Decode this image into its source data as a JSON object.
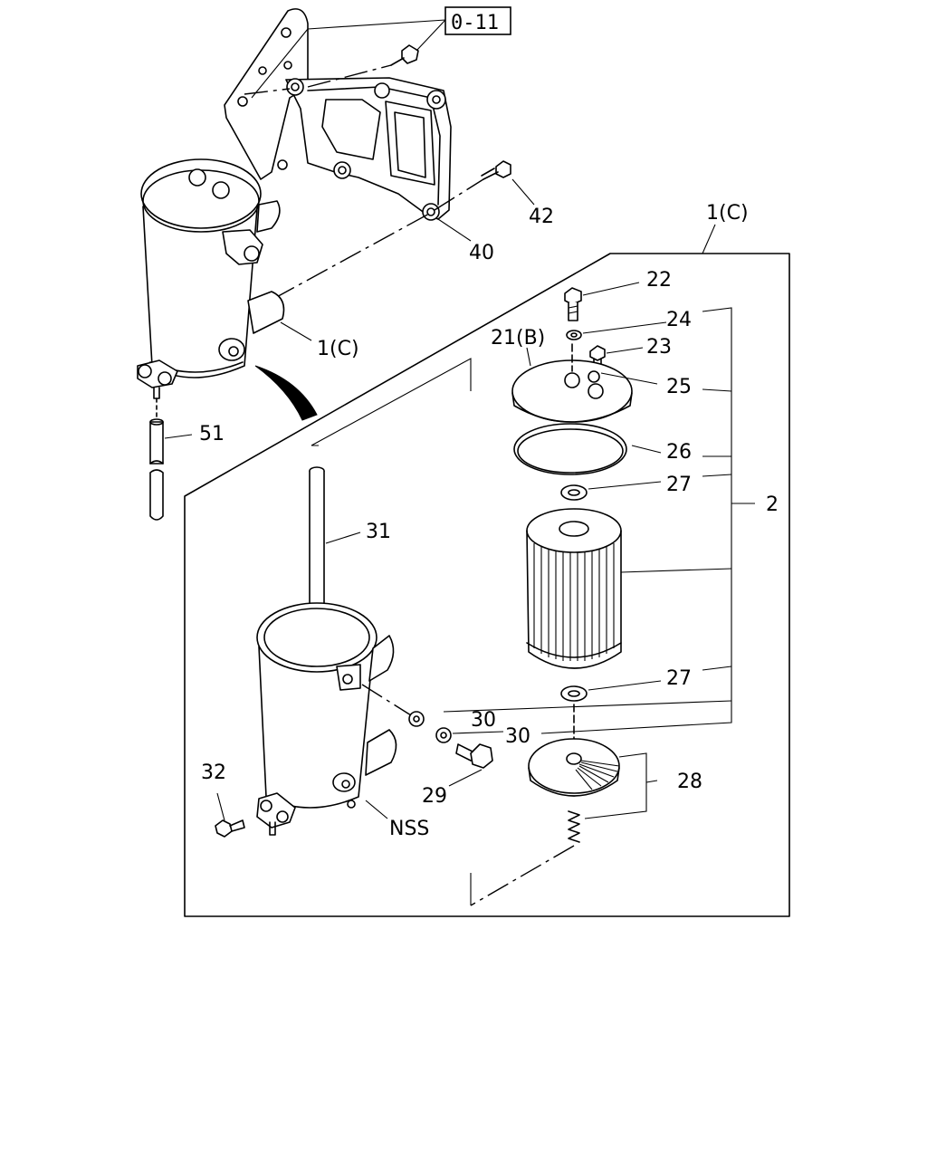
{
  "diagram": {
    "reference_box": "0-11",
    "labels": {
      "p42": "42",
      "p40": "40",
      "p1c_top": "1(C)",
      "p1c_mid": "1(C)",
      "p51": "51",
      "p22": "22",
      "p24": "24",
      "p21b": "21(B)",
      "p23": "23",
      "p25": "25",
      "p26": "26",
      "p27a": "27",
      "p2": "2",
      "p31": "31",
      "p27b": "27",
      "p30a": "30",
      "p30b": "30",
      "p28": "28",
      "p32": "32",
      "p29": "29",
      "nss": "NSS"
    }
  }
}
